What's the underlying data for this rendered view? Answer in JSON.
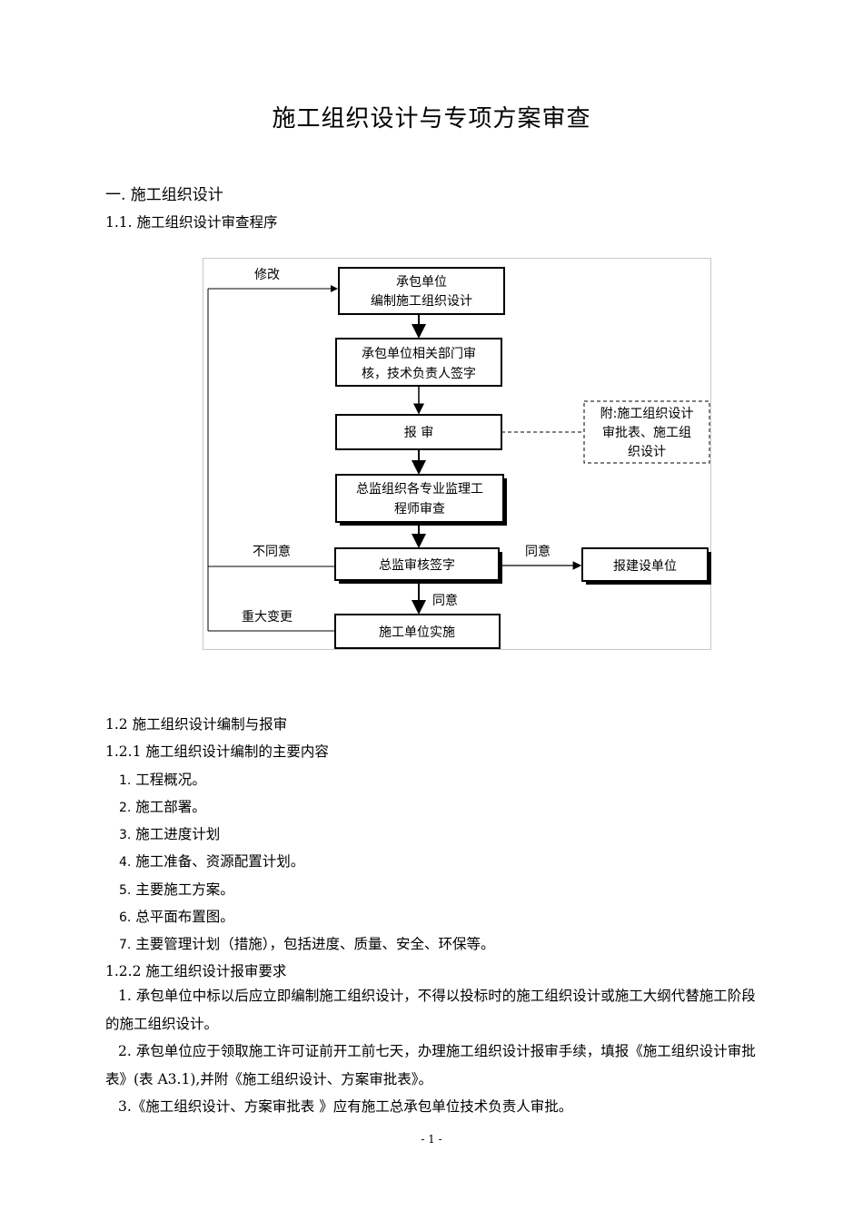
{
  "title": "施工组织设计与专项方案审查",
  "section1": "一.  施工组织设计",
  "section1_1": "1.1. 施工组织设计审查程序",
  "flowchart": {
    "box1_line1": "承包单位",
    "box1_line2": "编制施工组织设计",
    "box2_line1": "承包单位相关部门审",
    "box2_line2": "核，技术负责人签字",
    "box3": "报  审",
    "attach_line1": "附:施工组织设计",
    "attach_line2": "审批表、施工组",
    "attach_line3": "织设计",
    "box4_line1": "总监组织各专业监理工",
    "box4_line2": "程师审查",
    "box5": "总监审核签字",
    "box6": "报建设单位",
    "box7": "施工单位实施",
    "label_modify": "修改",
    "label_disagree": "不同意",
    "label_agree_right": "同意",
    "label_agree_down": "同意",
    "label_major_change": "重大变更"
  },
  "section1_2": "1.2   施工组织设计编制与报审",
  "section1_2_1": "1.2.1   施工组织设计编制的主要内容",
  "contents_list": [
    {
      "num": "1.",
      "text": "工程概况。"
    },
    {
      "num": "2.",
      "text": "施工部署。"
    },
    {
      "num": "3.",
      "text": "施工进度计划"
    },
    {
      "num": "4.",
      "text": "施工准备、资源配置计划。"
    },
    {
      "num": "5.",
      "text": "主要施工方案。"
    },
    {
      "num": "6.",
      "text": "总平面布置图。"
    },
    {
      "num": "7.",
      "text": "主要管理计划（措施），包括进度、质量、安全、环保等。"
    }
  ],
  "section1_2_2": "1.2.2   施工组织设计报审要求",
  "requirements": [
    "1.  承包单位中标以后应立即编制施工组织设计，不得以投标时的施工组织设计或施工大纲代替施工阶段的施工组织设计。",
    "2.  承包单位应于领取施工许可证前开工前七天，办理施工组织设计报审手续，填报《施工组织设计审批表》(表 A3.1),并附《施工组织设计、方案审批表》。",
    "3.《施工组织设计、方案审批表 》应有施工总承包单位技术负责人审批。"
  ],
  "footer": "- 1 -"
}
